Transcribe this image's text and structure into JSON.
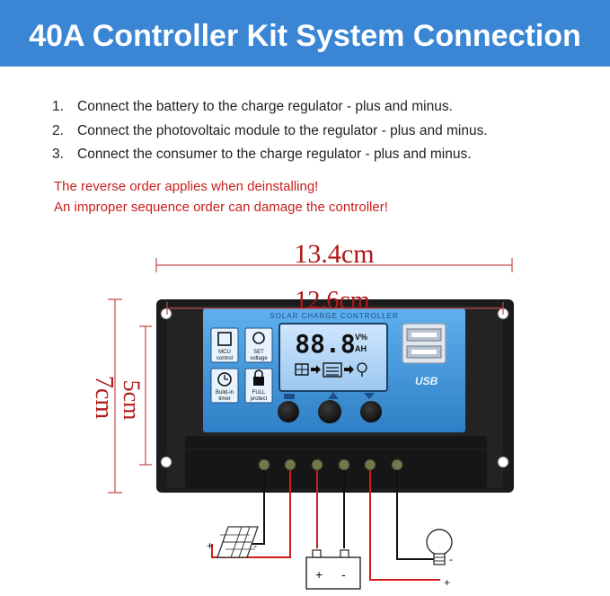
{
  "banner": {
    "title": "40A Controller Kit System Connection",
    "background": "#3a86d4"
  },
  "steps": [
    {
      "number": "1.",
      "text": "Connect the battery to the charge regulator - plus and minus."
    },
    {
      "number": "2.",
      "text": "Connect the photovoltaic module to the regulator - plus and minus."
    },
    {
      "number": "3.",
      "text": "Connect the consumer to the charge regulator - plus and minus."
    }
  ],
  "warnings": [
    "The reverse order applies when deinstalling!",
    "An improper sequence order can damage the controller!"
  ],
  "warning_color": "#c8201e",
  "dimensions": {
    "overall_width": "13.4cm",
    "hole_spacing_width": "12.6cm",
    "overall_height": "7cm",
    "hole_spacing_height": "5cm"
  },
  "controller": {
    "header_label": "SOLAR CHARGE CONTROLLER",
    "lcd_value": "88.8",
    "lcd_unit_top": "V%",
    "lcd_unit_bottom": "AH",
    "usb_label": "USB",
    "features": [
      {
        "icon": "chip-icon",
        "label_line1": "MCU",
        "label_line2": "control"
      },
      {
        "icon": "set-voltage-icon",
        "label_line1": "SET",
        "label_line2": "voltage"
      },
      {
        "icon": "clock-icon",
        "label_line1": "Build-in",
        "label_line2": "timer"
      },
      {
        "icon": "lock-icon",
        "label_line1": "FULL",
        "label_line2": "protect"
      }
    ],
    "body_color": "#1a1a1a",
    "panel_color": "#4b9ee0"
  },
  "battery": {
    "plus": "+",
    "minus": "-"
  },
  "solar_panel": {
    "plus": "+",
    "minus": "-"
  },
  "load": {
    "plus": "+",
    "minus": "-"
  }
}
